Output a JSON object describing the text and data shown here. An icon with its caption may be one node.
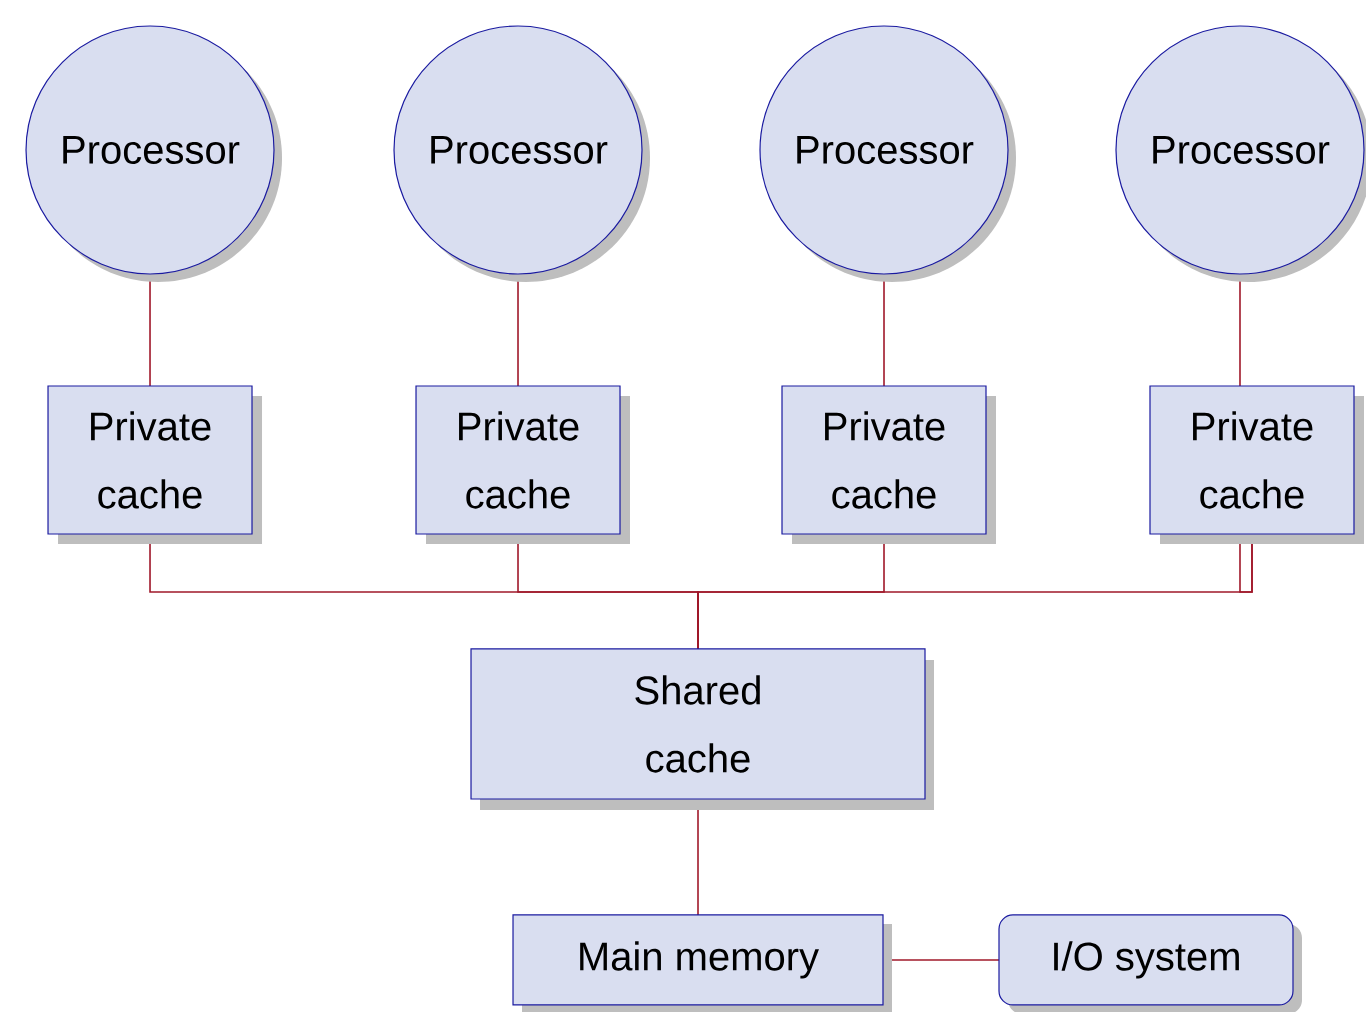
{
  "diagram": {
    "nodes": [
      {
        "text": [
          "Processor"
        ]
      },
      {
        "text": [
          "Processor"
        ]
      },
      {
        "text": [
          "Processor"
        ]
      },
      {
        "text": [
          "Processor"
        ]
      },
      {
        "text": [
          "Private cache"
        ]
      },
      {
        "text": [
          "Private cache"
        ]
      },
      {
        "text": [
          "Private cache"
        ]
      },
      {
        "text": [
          "Private cache"
        ]
      },
      {
        "text": [
          "Shared cache"
        ]
      },
      {
        "text": [
          "Main memory"
        ]
      },
      {
        "text": [
          "I/O system"
        ]
      }
    ],
    "edges": [
      {
        "from": 0,
        "to": 4,
        "arrow": "none"
      },
      {
        "from": 1,
        "to": 5,
        "arrow": "none"
      },
      {
        "from": 2,
        "to": 6,
        "arrow": "none"
      },
      {
        "from": 3,
        "to": 7,
        "arrow": "none"
      },
      {
        "from": 4,
        "to": 8,
        "arrow": "none"
      },
      {
        "from": 5,
        "to": 8,
        "arrow": "none"
      },
      {
        "from": 6,
        "to": 8,
        "arrow": "none"
      },
      {
        "from": 7,
        "to": 8,
        "arrow": "none"
      },
      {
        "from": 8,
        "to": 9,
        "arrow": "none"
      },
      {
        "from": 9,
        "to": 10,
        "arrow": "none"
      }
    ]
  }
}
